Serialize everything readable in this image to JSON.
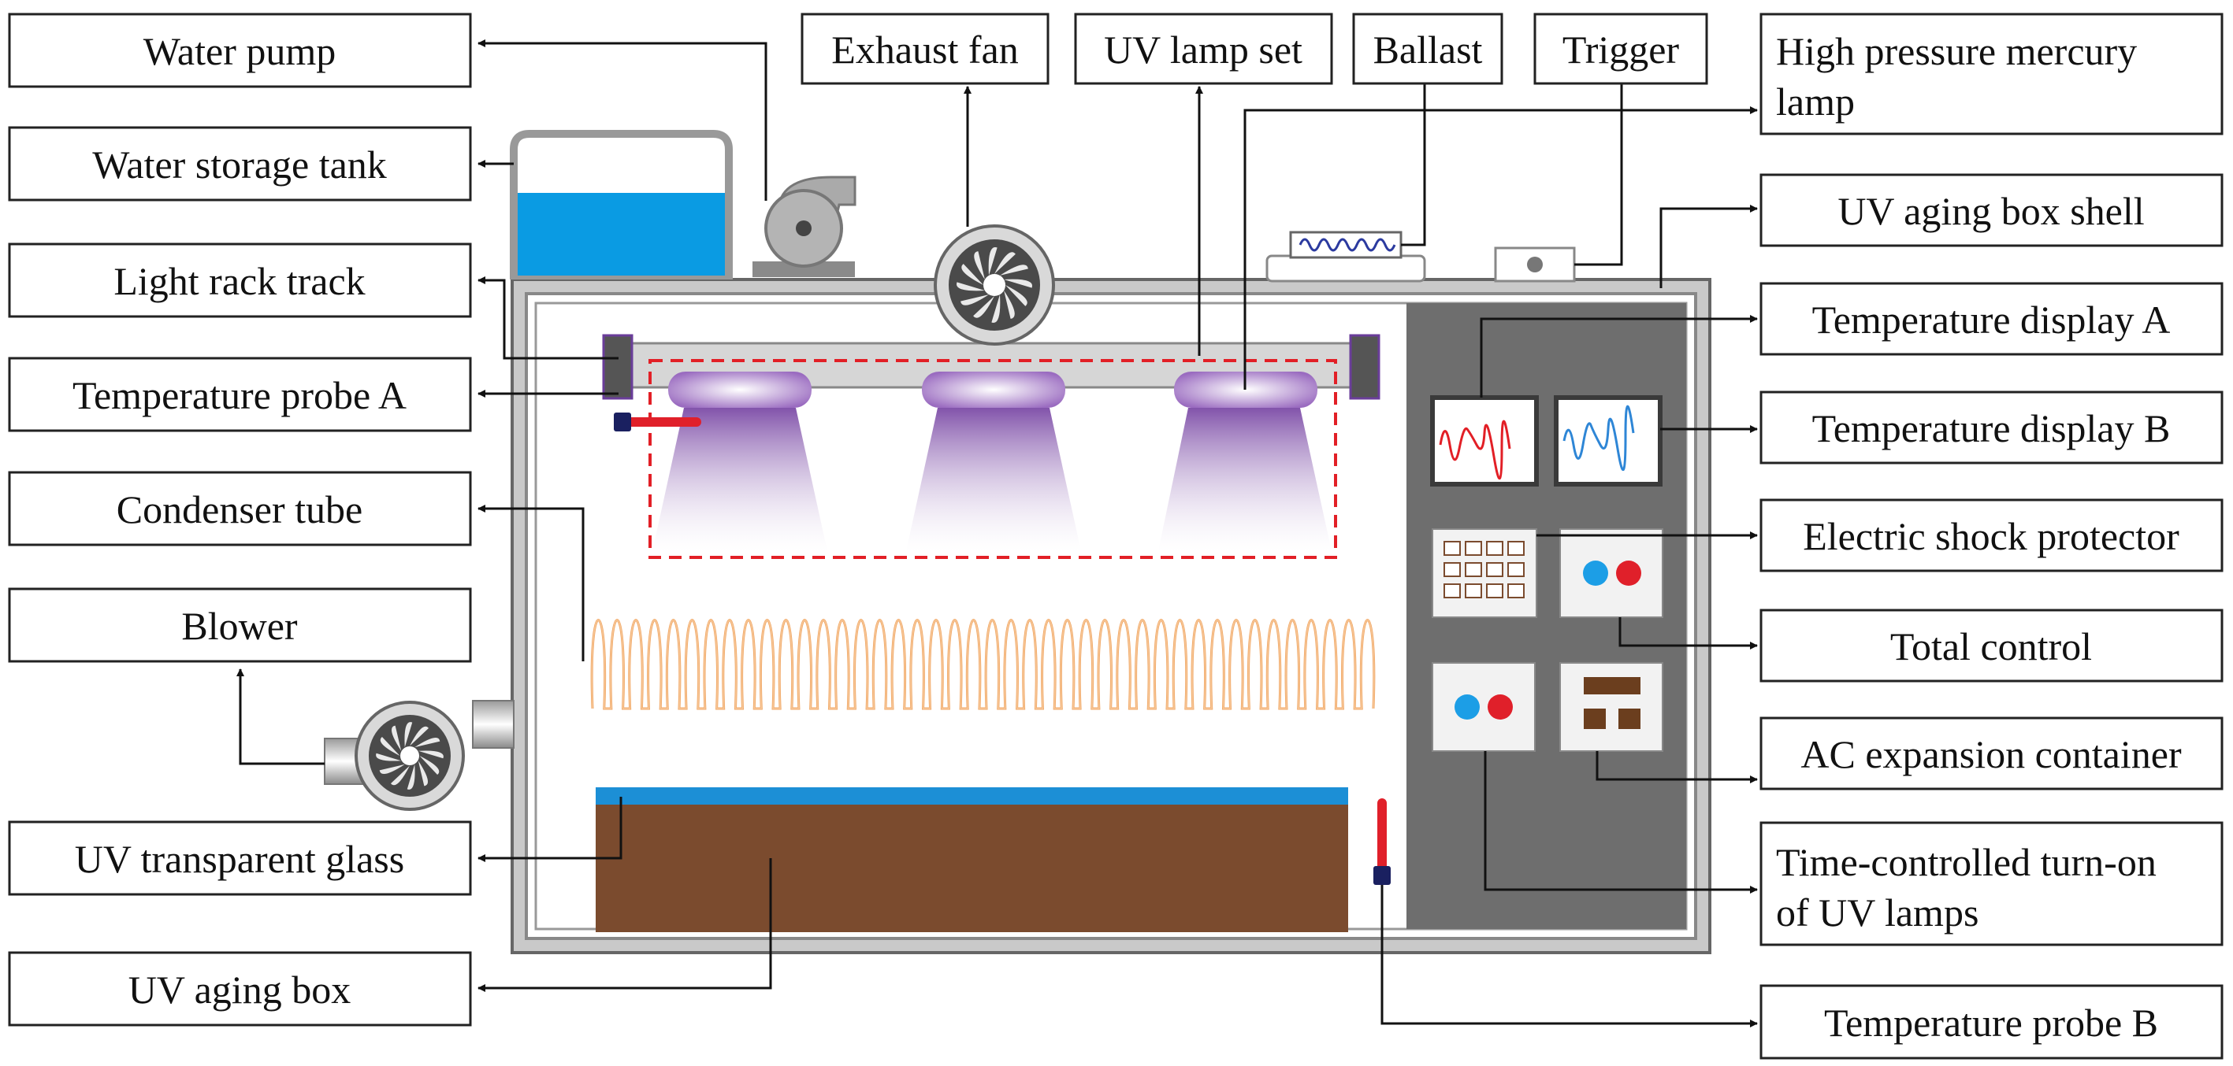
{
  "labels": {
    "water_pump": "Water pump",
    "water_storage_tank": "Water storage tank",
    "light_rack_track": "Light rack track",
    "temperature_probe_a": "Temperature probe A",
    "condenser_tube": "Condenser tube",
    "blower": "Blower",
    "uv_transparent_glass": "UV transparent glass",
    "uv_aging_box": "UV aging box",
    "exhaust_fan": "Exhaust fan",
    "uv_lamp_set": "UV lamp set",
    "ballast": "Ballast",
    "trigger": "Trigger",
    "high_pressure_mercury_lamp_line1": "High pressure mercury",
    "high_pressure_mercury_lamp_line2": "lamp",
    "uv_aging_box_shell": "UV aging box shell",
    "temperature_display_a": "Temperature display A",
    "temperature_display_b": "Temperature display B",
    "electric_shock_protector": "Electric shock protector",
    "total_control": "Total control",
    "ac_expansion_container": "AC expansion container",
    "time_controlled_line1": "Time-controlled turn-on",
    "time_controlled_line2": "of UV lamps",
    "temperature_probe_b": "Temperature probe B"
  },
  "colors": {
    "water": "#0a9be3",
    "soil": "#7b4b2e",
    "glass": "#1c8fd6",
    "panel": "#6e6e6e",
    "uv_glow": "#8e5fb0",
    "condenser": "#f0a35e",
    "probe_red": "#e0202a",
    "probe_head": "#1a2060",
    "dashed_frame": "#e21f26"
  }
}
